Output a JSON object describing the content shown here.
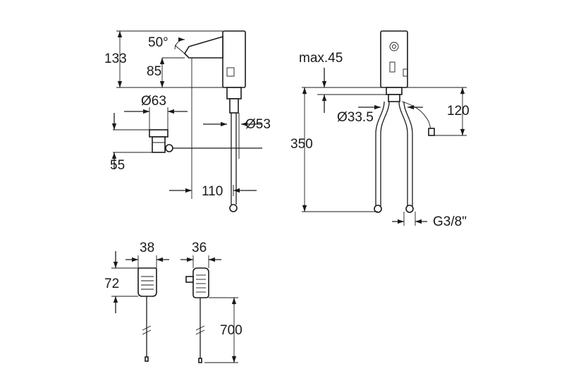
{
  "dimensions": {
    "h_133": "133",
    "angle_50": "50°",
    "h_85": "85",
    "d_63": "Ø63",
    "d_53": "Ø53",
    "h_55": "55",
    "l_110": "110",
    "max_45": "max.45",
    "h_120": "120",
    "d_33_5": "Ø33.5",
    "h_350": "350",
    "thread": "G3/8\"",
    "w_38": "38",
    "w_36": "36",
    "h_72": "72",
    "l_700": "700"
  }
}
